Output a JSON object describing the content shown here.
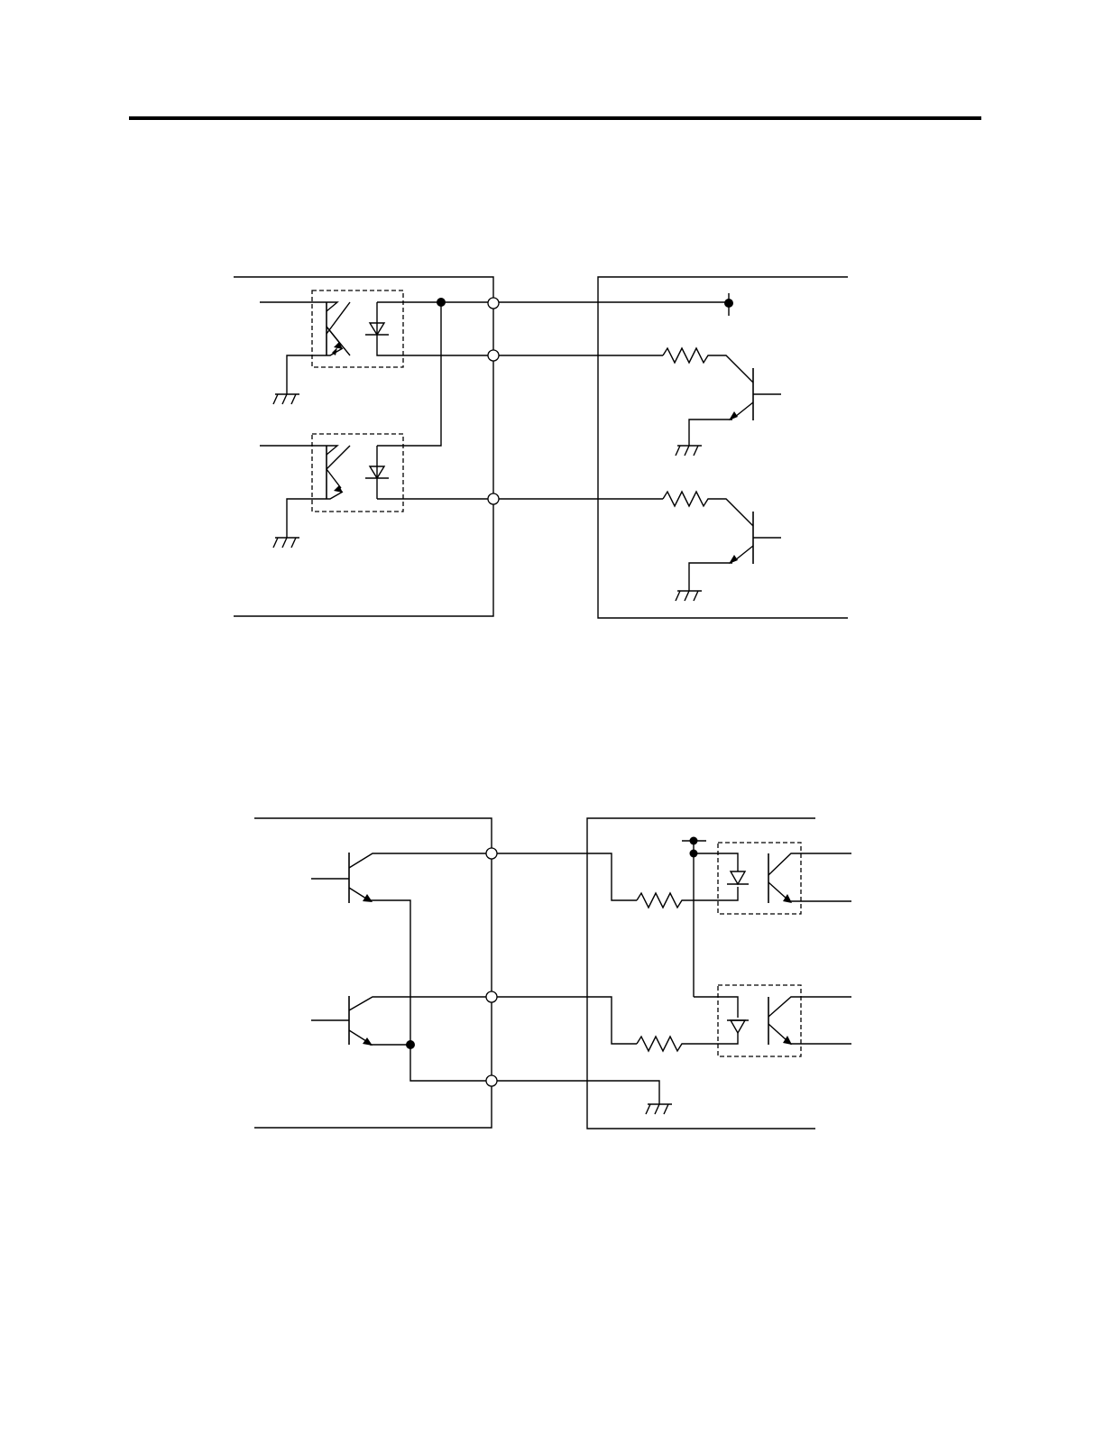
{
  "page": {
    "colors": {
      "ink": "#000000",
      "paper": "#ffffff"
    }
  },
  "diagrams": [
    {
      "name": "upper-circuit",
      "parts": [
        "photocoupler",
        "photocoupler",
        "npn-transistor",
        "npn-transistor",
        "resistor",
        "resistor",
        "terminal",
        "terminal",
        "terminal",
        "ground",
        "ground",
        "ground",
        "ground"
      ]
    },
    {
      "name": "lower-circuit",
      "parts": [
        "npn-transistor",
        "npn-transistor",
        "photocoupler",
        "photocoupler",
        "resistor",
        "resistor",
        "terminal",
        "terminal",
        "terminal",
        "ground"
      ]
    }
  ]
}
